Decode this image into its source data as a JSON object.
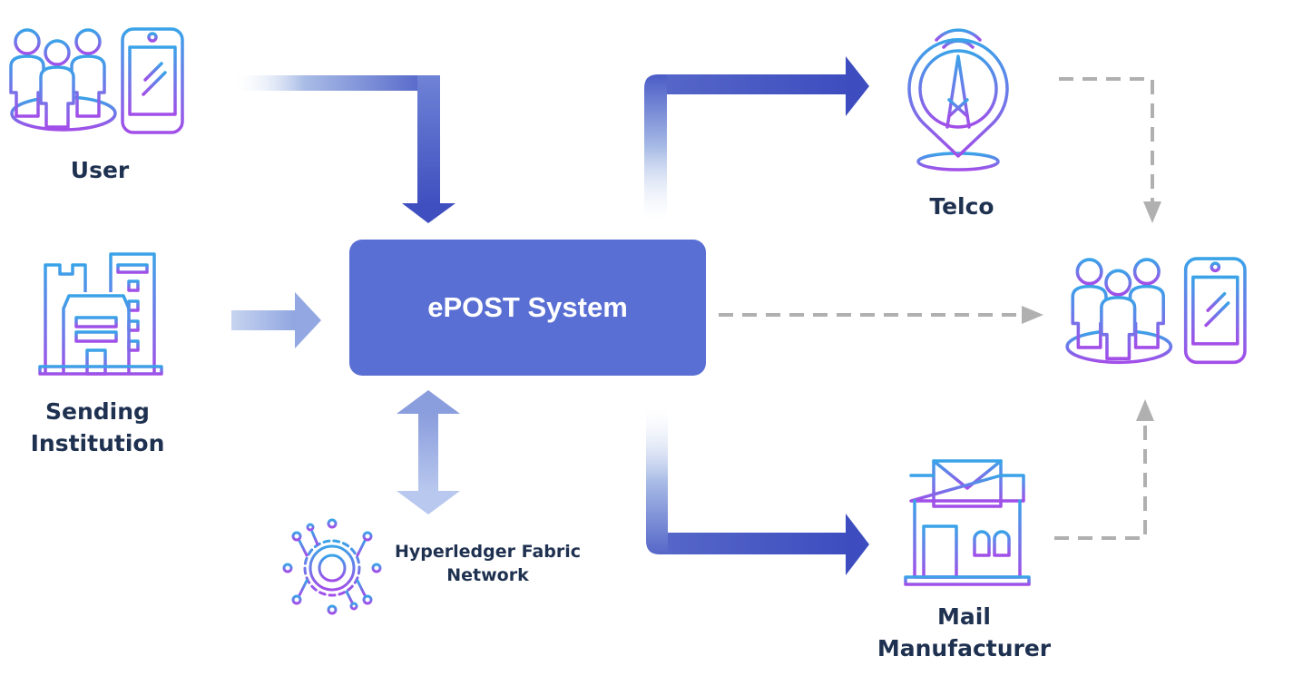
{
  "center": {
    "label": "ePOST System"
  },
  "nodes": {
    "user": "User",
    "sending_line1": "Sending",
    "sending_line2": "Institution",
    "network_line1": "Hyperledger Fabric",
    "network_line2": "Network",
    "telco": "Telco",
    "mail_line1": "Mail",
    "mail_line2": "Manufacturer"
  },
  "colors": {
    "box": "#5a6fd3",
    "arrow_dark": "#4050c0",
    "arrow_light": "#a9bce6",
    "icon_top": "#3aa3e8",
    "icon_bottom": "#a24ee8",
    "dashed": "#b0b0b0",
    "label": "#1f3150"
  },
  "icons": {
    "user": "users-with-phone-icon",
    "sending": "office-buildings-icon",
    "network": "network-gear-icon",
    "telco": "radio-tower-pin-icon",
    "mail": "mail-shop-icon",
    "recipient": "users-with-phone-icon"
  }
}
